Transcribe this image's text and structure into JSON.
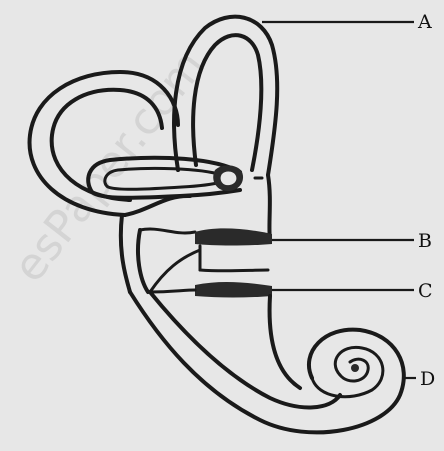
{
  "watermark": {
    "text": "esPaper.com"
  },
  "labels": {
    "a": "A",
    "b": "B",
    "c": "C",
    "d": "D"
  }
}
